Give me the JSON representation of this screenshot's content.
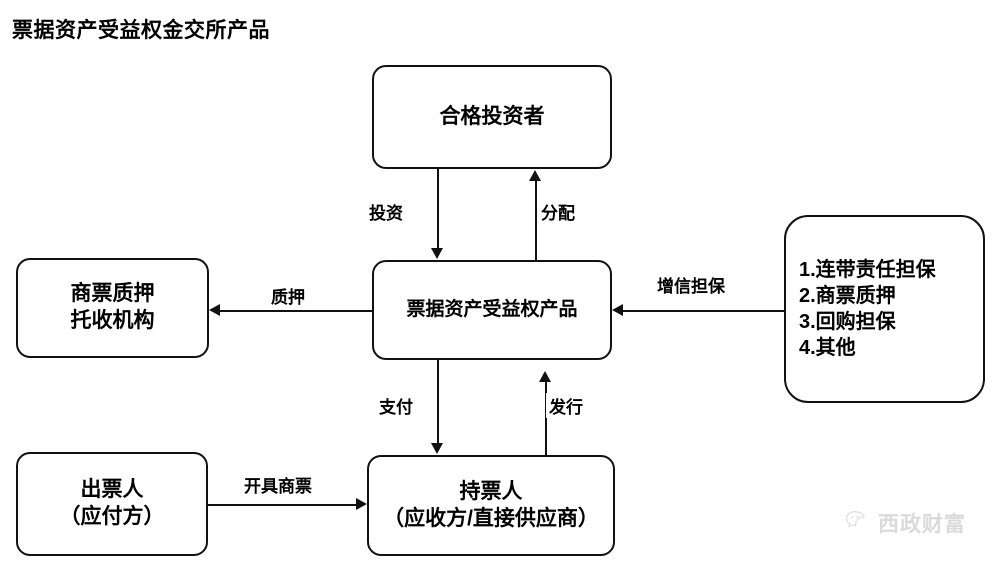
{
  "title": "票据资产受益权金交所产品",
  "nodes": {
    "investor": {
      "lines": [
        "合格投资者"
      ]
    },
    "product": {
      "lines": [
        "票据资产受益权产品"
      ]
    },
    "custody": {
      "lines": [
        "商票质押",
        "托收机构"
      ]
    },
    "drawer": {
      "lines": [
        "出票人",
        "（应付方）"
      ]
    },
    "holder": {
      "lines": [
        "持票人",
        "（应收方/直接供应商）"
      ]
    },
    "credit": {
      "lines": [
        "1.连带责任担保",
        "2.商票质押",
        "3.回购担保",
        "4.其他"
      ]
    }
  },
  "edges": {
    "invest": "投资",
    "distribute": "分配",
    "pledge": "质押",
    "credit_enhancement": "增信担保",
    "payment": "支付",
    "issue": "发行",
    "draw_bill": "开具商票"
  },
  "watermark": {
    "text": "西政财富",
    "icon": "wechat-icon",
    "color": "#d9d9d9"
  },
  "colors": {
    "stroke": "#111111",
    "background": "#ffffff",
    "text": "#000000"
  }
}
